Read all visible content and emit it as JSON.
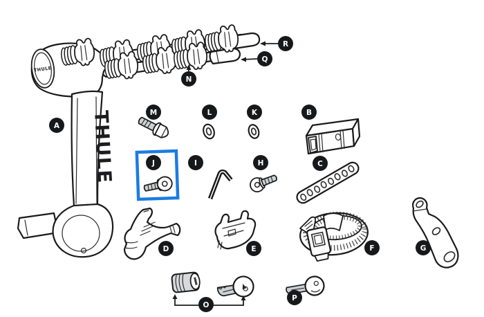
{
  "diagram": {
    "brand": "THULE",
    "type": "exploded-parts-diagram",
    "selected_part": "J",
    "highlight_color": "#1b7ce2",
    "label_style": {
      "background": "#17181a",
      "text": "#ffffff"
    },
    "labels": {
      "a": "A",
      "b": "B",
      "c": "C",
      "d": "D",
      "e": "E",
      "f": "F",
      "g": "G",
      "h": "H",
      "i": "I",
      "j": "J",
      "k": "K",
      "l": "L",
      "m": "M",
      "n": "N",
      "o": "O",
      "p": "P",
      "q": "Q",
      "r": "R"
    }
  }
}
